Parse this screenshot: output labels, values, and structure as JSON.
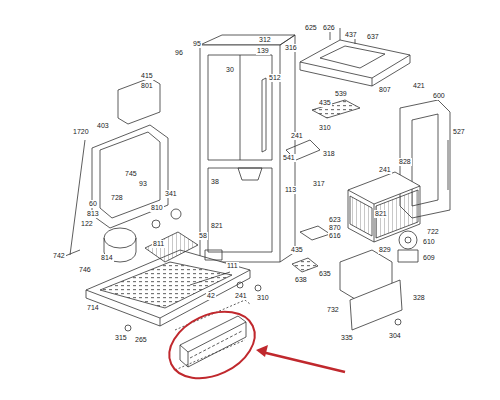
{
  "diagram": {
    "labels": [
      "312",
      "625",
      "626",
      "437",
      "637",
      "139",
      "316",
      "95",
      "96",
      "30",
      "512",
      "807",
      "421",
      "415",
      "801",
      "435",
      "539",
      "600",
      "527",
      "1720",
      "403",
      "310",
      "241",
      "318",
      "828",
      "541",
      "113",
      "317",
      "241",
      "745",
      "93",
      "728",
      "60",
      "813",
      "122",
      "810",
      "341",
      "811",
      "38",
      "821",
      "742",
      "746",
      "814",
      "714",
      "42",
      "315",
      "265",
      "58",
      "111",
      "241",
      "310",
      "623",
      "870",
      "616",
      "435",
      "638",
      "635",
      "821",
      "829",
      "722",
      "610",
      "609",
      "328",
      "732",
      "335",
      "304"
    ]
  }
}
